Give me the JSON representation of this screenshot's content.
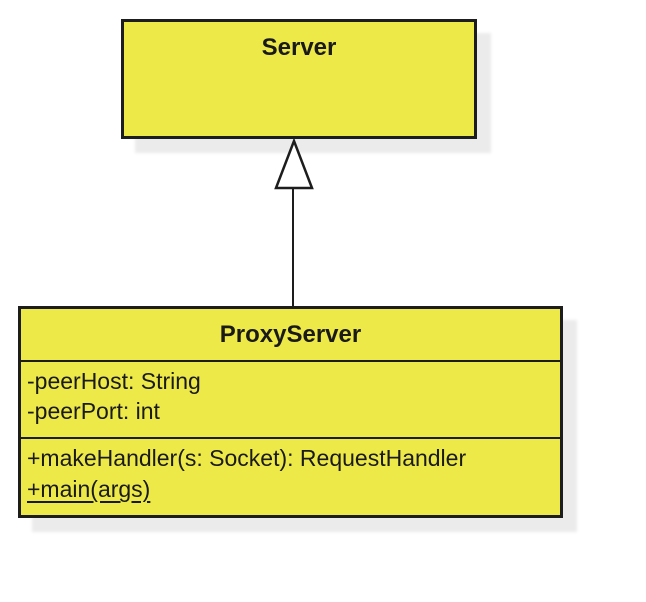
{
  "diagram": {
    "type": "uml-class-diagram",
    "classes": {
      "server": {
        "name": "Server"
      },
      "proxy_server": {
        "name": "ProxyServer",
        "attributes": [
          "-peerHost: String",
          "-peerPort: int"
        ],
        "methods": [
          "+makeHandler(s: Socket): RequestHandler",
          "+main(args)"
        ],
        "static_methods": [
          "+main(args)"
        ]
      }
    },
    "relationship": {
      "type": "generalization",
      "from": "ProxyServer",
      "to": "Server",
      "arrowhead": "hollow-triangle"
    },
    "colors": {
      "class_fill": "#EDE948",
      "class_border": "#1D1D1D",
      "text": "#1A1A1A",
      "shadow": "#EBEBEB",
      "arrowhead_fill": "#FFFFFF",
      "background": "#FFFFFF"
    }
  }
}
